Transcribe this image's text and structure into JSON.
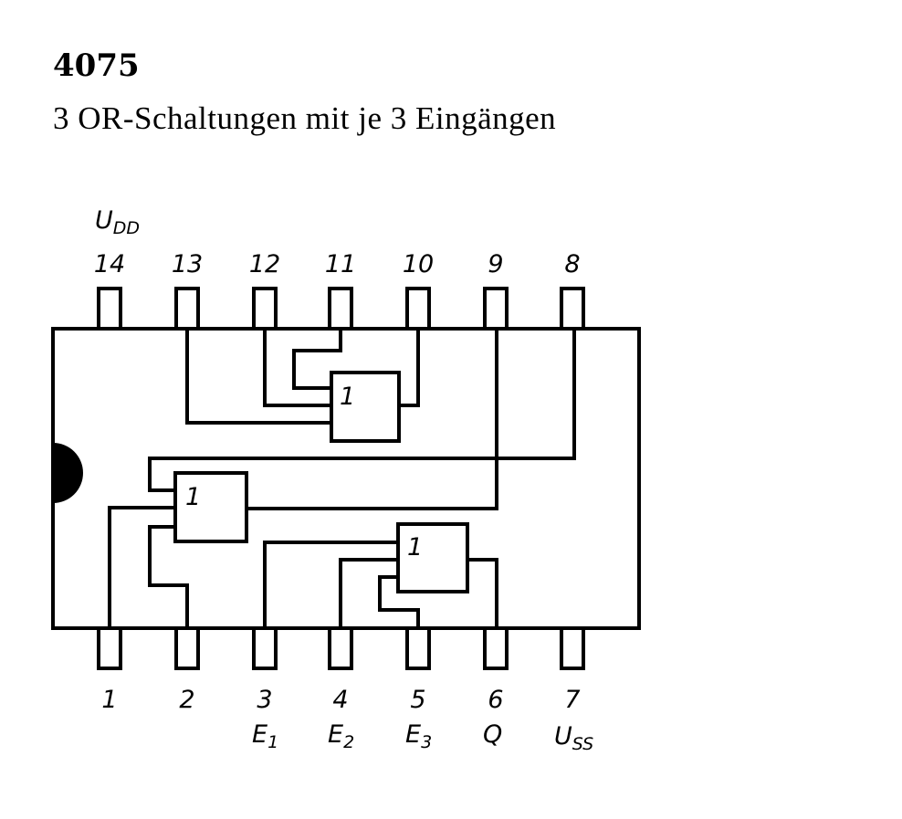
{
  "title": "4075",
  "subtitle": "3 OR-Schaltungen mit je 3 Eingängen",
  "diagram": {
    "top_pins": [
      "14",
      "13",
      "12",
      "11",
      "10",
      "9",
      "8"
    ],
    "bottom_pins": [
      "1",
      "2",
      "3",
      "4",
      "5",
      "6",
      "7"
    ],
    "supply_top": {
      "main": "U",
      "sub": "DD"
    },
    "supply_bottom": {
      "main": "U",
      "sub": "SS"
    },
    "bottom_signals": [
      {
        "main": "E",
        "sub": "1"
      },
      {
        "main": "E",
        "sub": "2"
      },
      {
        "main": "E",
        "sub": "3"
      },
      {
        "main": "Q",
        "sub": ""
      }
    ],
    "gate_symbol": "1"
  }
}
